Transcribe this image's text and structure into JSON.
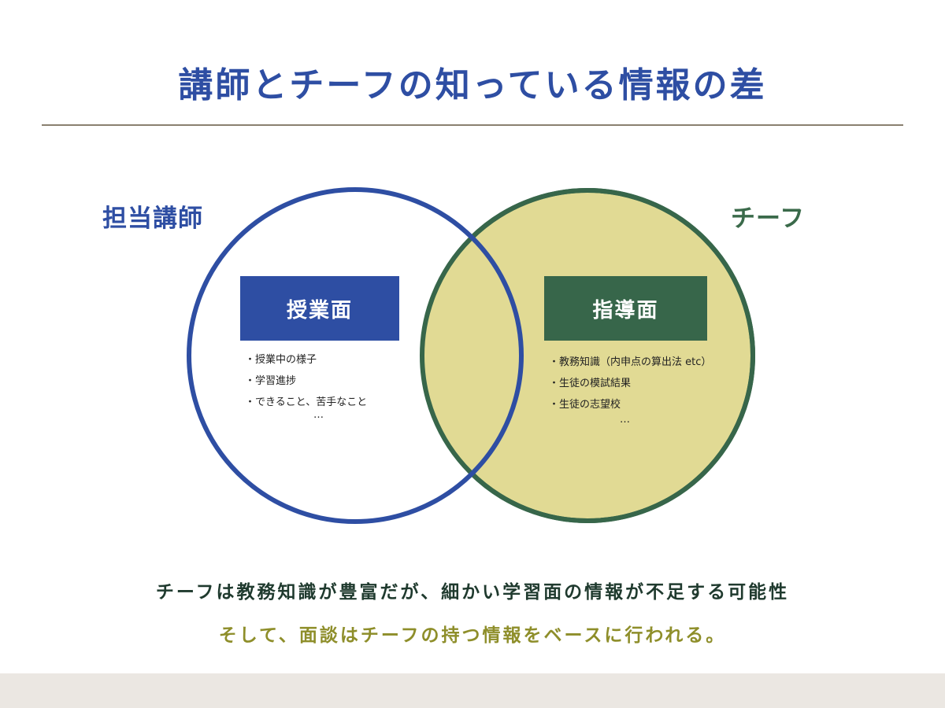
{
  "title": "講師とチーフの知っている情報の差",
  "colors": {
    "teacher_blue": "#2e4ea3",
    "chief_green": "#37664a",
    "chief_fill": "#e1da94",
    "summary_dark": "#1f3a2e",
    "summary_olive": "#8e8e2a"
  },
  "venn": {
    "left": {
      "label": "担当講師",
      "box_label": "授業面",
      "items": [
        "・授業中の様子",
        "・学習進捗",
        "・できること、苦手なこと"
      ],
      "ellipsis": "…"
    },
    "right": {
      "label": "チーフ",
      "box_label": "指導面",
      "items": [
        "・教務知識（内申点の算出法 etc）",
        "・生徒の模試結果",
        "・生徒の志望校"
      ],
      "ellipsis": "…"
    }
  },
  "summary": {
    "line1": "チーフは教務知識が豊富だが、細かい学習面の情報が不足する可能性",
    "line2": "そして、面談はチーフの持つ情報をベースに行われる。"
  }
}
